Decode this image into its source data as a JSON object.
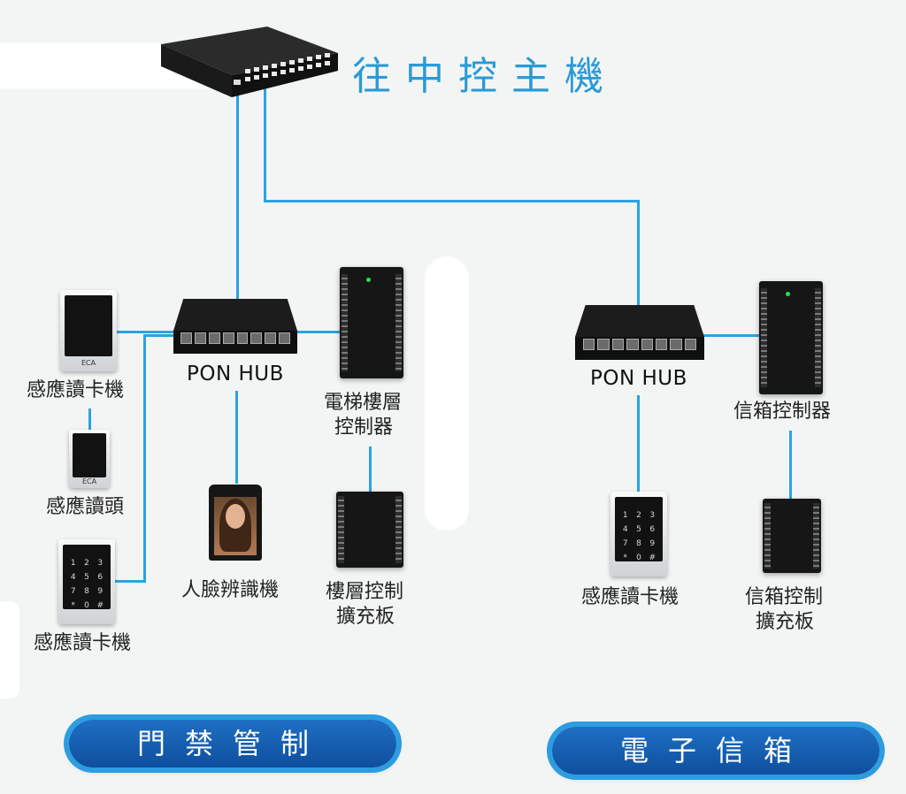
{
  "main_title": "往中控主機",
  "left_system": {
    "hub_label": "PON HUB",
    "reader1_label": "感應讀卡機",
    "reader_head_label": "感應讀頭",
    "reader2_label": "感應讀卡機",
    "face_label": "人臉辨識機",
    "elevator_ctrl_label_1": "電梯樓層",
    "elevator_ctrl_label_2": "控制器",
    "floor_board_label_1": "樓層控制",
    "floor_board_label_2": "擴充板",
    "button_label": "門禁管制"
  },
  "right_system": {
    "hub_label": "PON HUB",
    "mailbox_ctrl_label": "信箱控制器",
    "reader_label": "感應讀卡機",
    "mailbox_board_label_1": "信箱控制",
    "mailbox_board_label_2": "擴充板",
    "button_label": "電子信箱"
  },
  "device_brand": "ECA",
  "keypad_keys": [
    "1",
    "2",
    "3",
    "4",
    "5",
    "6",
    "7",
    "8",
    "9",
    "*",
    "0",
    "#"
  ],
  "colors": {
    "wire": "#2aa3df",
    "title": "#2a9ad6",
    "button": "#1565c0"
  }
}
